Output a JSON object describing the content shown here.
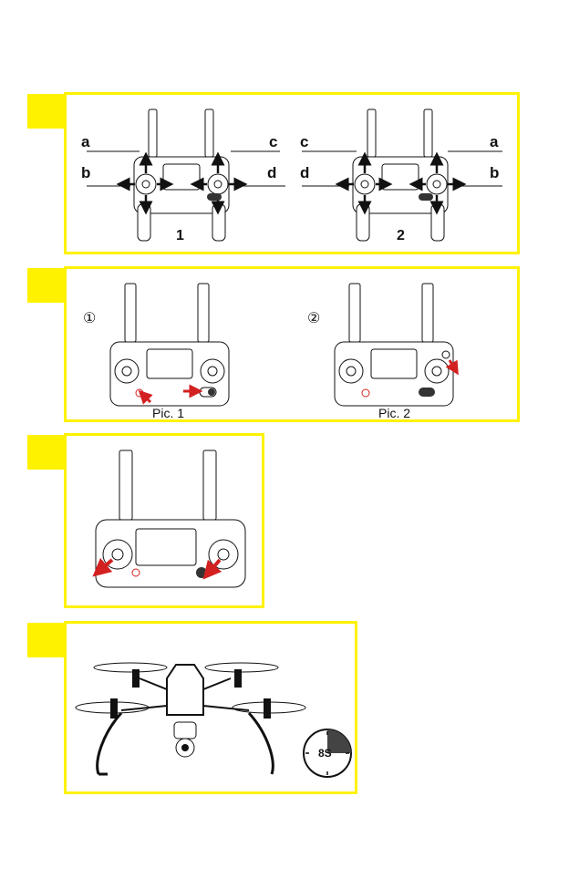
{
  "accent_color": "#fff200",
  "section1": {
    "left_labels": {
      "top_left": "a",
      "mid_left": "b",
      "top_right": "c",
      "mid_right": "d"
    },
    "right_labels": {
      "top_left": "c",
      "mid_left": "d",
      "top_right": "a",
      "mid_right": "b"
    },
    "mode_left": "1",
    "mode_right": "2"
  },
  "section2": {
    "step_left": "①",
    "step_right": "②",
    "caption_left": "Pic. 1",
    "caption_right": "Pic. 2"
  },
  "section4": {
    "timer_label": "8S",
    "timer_fraction": 0.25
  },
  "icons": [
    "controller-icon",
    "red-arrow-icon",
    "drone-icon",
    "timer-icon"
  ]
}
